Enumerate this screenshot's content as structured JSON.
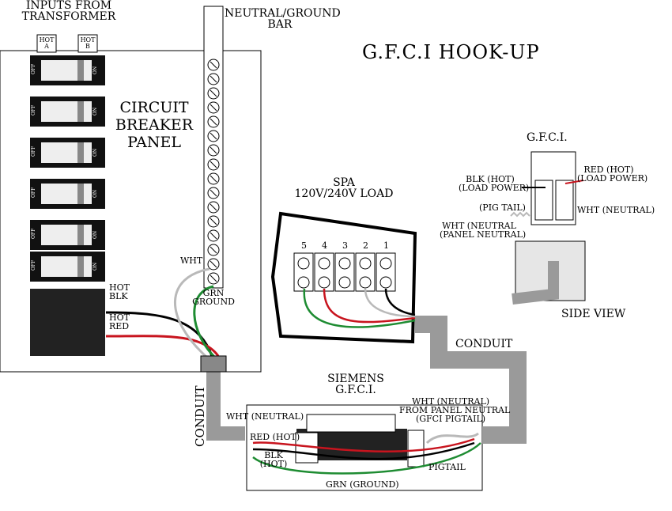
{
  "title": "G.F.C.I HOOK-UP",
  "inputs_label_line1": "INPUTS FROM",
  "inputs_label_line2": "TRANSFORMER",
  "hot_a_line1": "HOT",
  "hot_a_line2": "A",
  "hot_b_line1": "HOT",
  "hot_b_line2": "B",
  "neutral_bar_line1": "NEUTRAL/GROUND",
  "neutral_bar_line2": "BAR",
  "panel_line1": "CIRCUIT",
  "panel_line2": "BREAKER",
  "panel_line3": "PANEL",
  "breaker_off": "OFF",
  "breaker_on": "ON",
  "wht": "WHT",
  "grn_line1": "GRN",
  "grn_line2": "GROUND",
  "hot_blk_line1": "HOT",
  "hot_blk_line2": "BLK",
  "hot_red_line1": "HOT",
  "hot_red_line2": "RED",
  "spa_line1": "SPA",
  "spa_line2": "120V/240V LOAD",
  "terminals": [
    "5",
    "4",
    "3",
    "2",
    "1"
  ],
  "conduit_right": "CONDUIT",
  "conduit_left": "CONDUIT",
  "gfci_title": "G.F.C.I.",
  "blk_hot_line1": "BLK (HOT)",
  "blk_hot_line2": "(LOAD POWER)",
  "red_hot_line1": "RED (HOT)",
  "red_hot_line2": "(LOAD POWER)",
  "pig_tail": "(PIG TAIL)",
  "wht_neutral": "WHT (NEUTRAL)",
  "wht_panel_line1": "WHT (NEUTRAL",
  "wht_panel_line2": "(PANEL NEUTRAL)",
  "side_view": "SIDE VIEW",
  "siemens_line1": "SIEMENS",
  "siemens_line2": "G.F.C.I.",
  "sg_wht_neutral": "WHT (NEUTRAL)",
  "sg_wht_from_line1": "WHT (NEUTRAL)",
  "sg_wht_from_line2": "FROM PANEL NEUTRAL",
  "sg_wht_from_line3": "(GFCI PIGTAIL)",
  "sg_red_hot": "RED (HOT)",
  "sg_blk_line1": "BLK",
  "sg_blk_line2": "(HOT)",
  "sg_pigtail": "PIGTAIL",
  "sg_grn": "GRN (GROUND)",
  "colors": {
    "hot_black": "#000000",
    "hot_red": "#c8141e",
    "neutral_white": "#b9b9b9",
    "ground_green": "#1e8c32",
    "conduit": "#9a9a9a"
  }
}
